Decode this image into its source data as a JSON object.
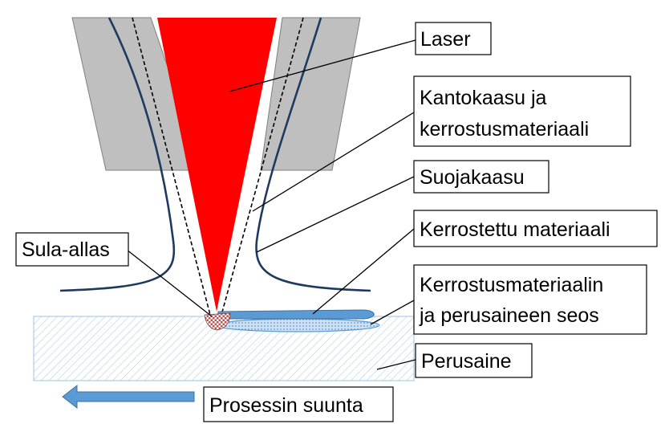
{
  "labels": {
    "laser": "Laser",
    "carrier_gas_line1": "Kantokaasu ja",
    "carrier_gas_line2": "kerrostusmateriaali",
    "shielding_gas": "Suojakaasu",
    "deposited_material": "Kerrostettu materiaali",
    "mixture_line1": "Kerrostusmateriaalin",
    "mixture_line2": "ja perusaineen seos",
    "melt_pool": "Sula-allas",
    "base_material": "Perusaine",
    "process_direction": "Prosessin suunta"
  },
  "colors": {
    "laser": "#ff0000",
    "nozzle": "#bfbfbf",
    "gas_flow": "#1f3a5f",
    "deposit": "#5b9bd5",
    "arrow": "#5b9bd5",
    "substrate_hatch": "#b8d0e6",
    "melt_pool": "#c0504d"
  }
}
